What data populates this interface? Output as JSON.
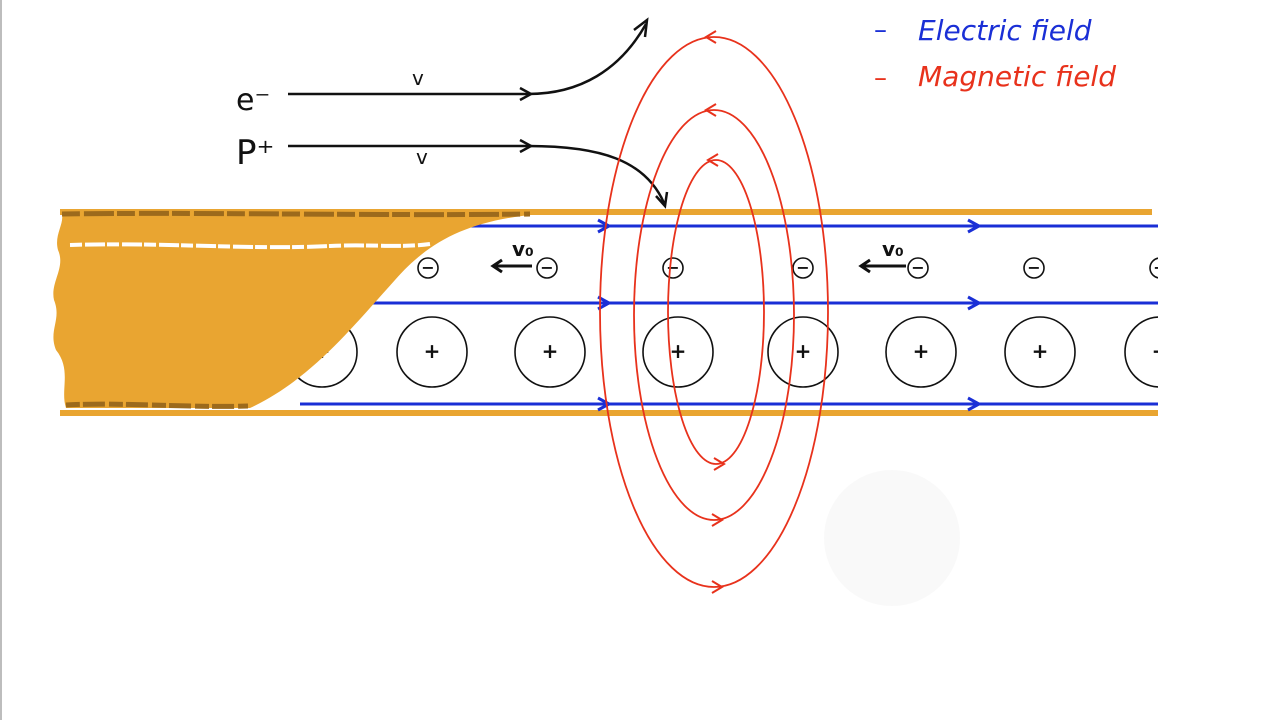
{
  "colors": {
    "electric": "#1a2fd6",
    "magnetic": "#e8321c",
    "conductor": "#e9a531",
    "conductor_dark": "#9c6a1c",
    "ink": "#111111"
  },
  "legend": {
    "electric_marker": "–",
    "electric_label": "Electric field",
    "magnetic_marker": "–",
    "magnetic_label": "Magnetic field"
  },
  "particles": {
    "electron_label": "e⁻",
    "electron_velocity": "v",
    "proton_label": "P⁺",
    "proton_velocity": "v"
  },
  "wire": {
    "drift_label_1": "v₀",
    "drift_label_2": "v₀",
    "electron_symbol": "−",
    "ion_symbol": "+",
    "electron_count": 7,
    "ion_count": 8
  },
  "icons": [
    "electric-field-arrow-icon",
    "magnetic-field-arrow-icon"
  ]
}
